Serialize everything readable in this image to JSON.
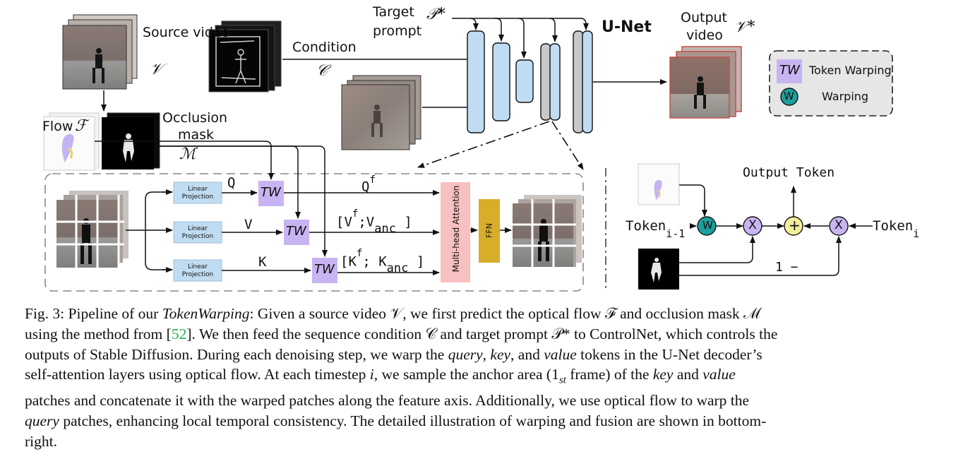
{
  "figure": {
    "source_video": "Source video",
    "source_symbol": "𝒱",
    "condition": "Condition",
    "condition_symbol": "𝒞",
    "target_prompt_line1": "Target",
    "target_prompt_line2": "prompt",
    "target_symbol": "𝒫*",
    "unet": "U-Net",
    "output_video_line1": "Output",
    "output_video_line2": "video",
    "output_symbol": "𝒱*",
    "flow": "Flow",
    "flow_symbol": "ℱ",
    "occlusion_line1": "Occlusion",
    "occlusion_line2": "mask",
    "occlusion_symbol": "ℳ",
    "legend_tw": "TW",
    "legend_token_warping": "Token Warping",
    "legend_w": "W",
    "legend_warping": "Warping",
    "linear_projection": "Linear Projection",
    "q": "Q",
    "v": "V",
    "k": "K",
    "qf": "Q",
    "qf_sup": "f",
    "vf": "[V",
    "vf_sup": "f",
    "vf_rest": ";V",
    "vf_sub": "anc",
    "vf_close": "]",
    "kf": "[K",
    "kf_sup": "f",
    "kf_rest": "; K",
    "kf_sub": "anc",
    "kf_close": "]",
    "mha": "Multi-head Attention",
    "ffn": "FFN",
    "output_token": "Output Token",
    "token_prev": "Token",
    "token_prev_sub": "i-1",
    "token_cur": "Token",
    "token_cur_sub": "i",
    "one_minus": "1 −",
    "times": "X",
    "plus": "+"
  },
  "caption_lines": [
    [
      {
        "t": "Fig. 3: Pipeline of our "
      },
      {
        "t": "TokenWarping",
        "s": "it"
      },
      {
        "t": ": Given a source video 𝒱, we first predict the optical flow ℱ and occlusion mask ℳ"
      }
    ],
    [
      {
        "t": "using the method from ["
      },
      {
        "t": "52",
        "s": "ref"
      },
      {
        "t": "]. We then feed the sequence condition 𝒞 and target prompt 𝒫* to ControlNet, which controls the"
      }
    ],
    [
      {
        "t": "outputs of Stable Diffusion. During each denoising step, we warp the "
      },
      {
        "t": "query",
        "s": "it"
      },
      {
        "t": ", "
      },
      {
        "t": "key",
        "s": "it"
      },
      {
        "t": ", and "
      },
      {
        "t": "value",
        "s": "it"
      },
      {
        "t": " tokens in the U-Net decoder’s"
      }
    ],
    [
      {
        "t": "self-attention layers using optical flow. At each timestep "
      },
      {
        "t": "i",
        "s": "it"
      },
      {
        "t": ", we sample the anchor area (1"
      },
      {
        "t": "st",
        "s": "sub"
      },
      {
        "t": " frame) of the "
      },
      {
        "t": "key",
        "s": "it"
      },
      {
        "t": " and "
      },
      {
        "t": "value",
        "s": "it"
      }
    ],
    [
      {
        "t": "patches and concatenate it with the warped patches along the feature axis. Additionally, we use optical flow to warp the"
      }
    ],
    [
      {
        "t": "query",
        "s": "it"
      },
      {
        "t": " patches, enhancing local temporal consistency. The detailed illustration of warping and fusion are shown in bottom-"
      }
    ],
    [
      {
        "t": "right."
      }
    ]
  ],
  "colors": {
    "unet_block": "#bfdcf2",
    "unet_gray": "#c8c8c8",
    "tw_box": "#c8b4f2",
    "linear_box": "#bfdcf2",
    "mha_box": "#f8c0c0",
    "ffn_box": "#d8ad2a",
    "w_circle": "#1f9e9e",
    "x_circle": "#c8b4f2",
    "plus_circle": "#f4ef9a",
    "ref_green": "#22b14c",
    "legend_bg": "#e6e6e6"
  }
}
